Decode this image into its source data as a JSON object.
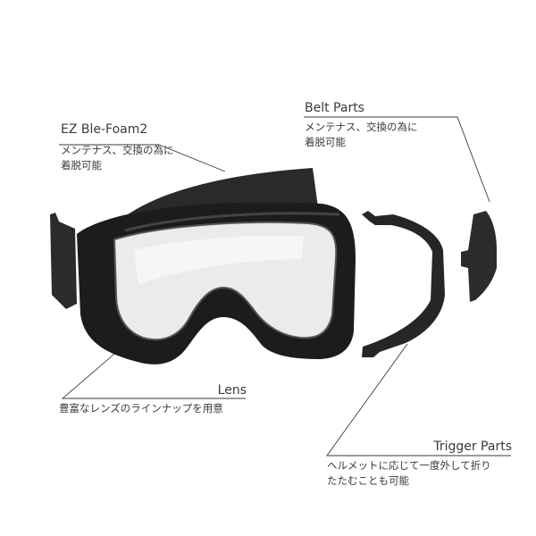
{
  "callouts": {
    "foam": {
      "title": "EZ Ble-Foam2",
      "desc_line1": "メンテナス、交換の為に",
      "desc_line2": "着脱可能"
    },
    "belt": {
      "title": "Belt Parts",
      "desc_line1": "メンテナス、交換の為に",
      "desc_line2": "着脱可能"
    },
    "lens": {
      "title": "Lens",
      "desc_line1": "豊富なレンズのラインナップを用意"
    },
    "trigger": {
      "title": "Trigger Parts",
      "desc_line1": "ヘルメットに応じて一度外して折り",
      "desc_line2": "たたむことも可能"
    }
  },
  "colors": {
    "background": "#ffffff",
    "product": "#1e1e1e",
    "leader_line": "#3a3a3a",
    "text": "#3a3a3a"
  }
}
